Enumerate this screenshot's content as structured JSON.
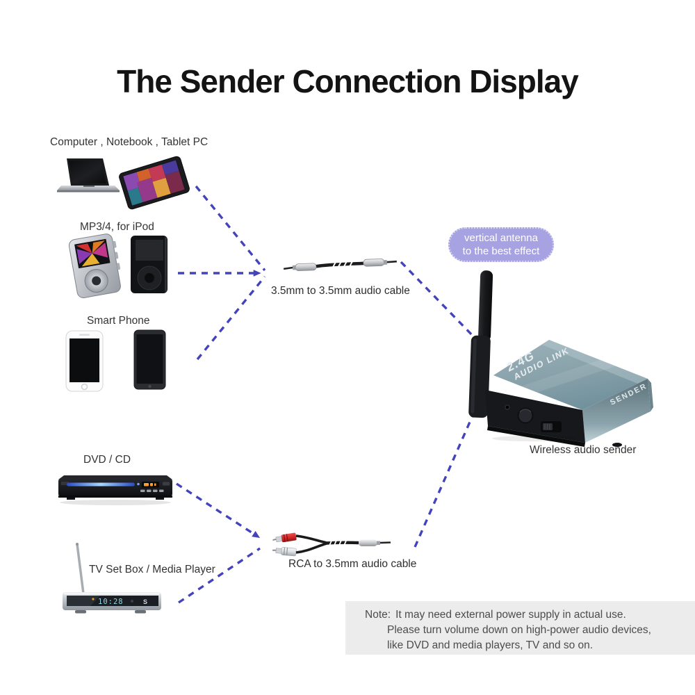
{
  "title": "The Sender Connection Display",
  "labels": {
    "computer": "Computer , Notebook ,  Tablet PC",
    "mp3": "MP3/4, for iPod",
    "smartphone": "Smart Phone",
    "aux_cable": "3.5mm to 3.5mm audio cable",
    "dvd": "DVD / CD",
    "tvbox": "TV Set Box / Media Player",
    "rca_cable": "RCA to 3.5mm audio cable",
    "sender_caption": "Wireless audio sender"
  },
  "callout": {
    "line1": "vertical antenna",
    "line2": "to the best effect"
  },
  "sender_device": {
    "top_line1": "2.4G",
    "top_line2": "AUDIO LINK",
    "side": "SENDER"
  },
  "tvbox_display": {
    "time": "10:28",
    "logo": "S"
  },
  "note": {
    "prefix": "Note:",
    "lines": [
      "It may need external power supply in actual use.",
      "Please turn volume down on high-power audio devices,",
      "like DVD and media players, TV and so on."
    ]
  },
  "colors": {
    "dash_line": "#4343bc",
    "callout_bg": "#a7a2e2",
    "note_bg": "#ececec",
    "note_text": "#4a4c4e",
    "device_metal": "#8fa6ae",
    "rca_red": "#d42a2a"
  }
}
